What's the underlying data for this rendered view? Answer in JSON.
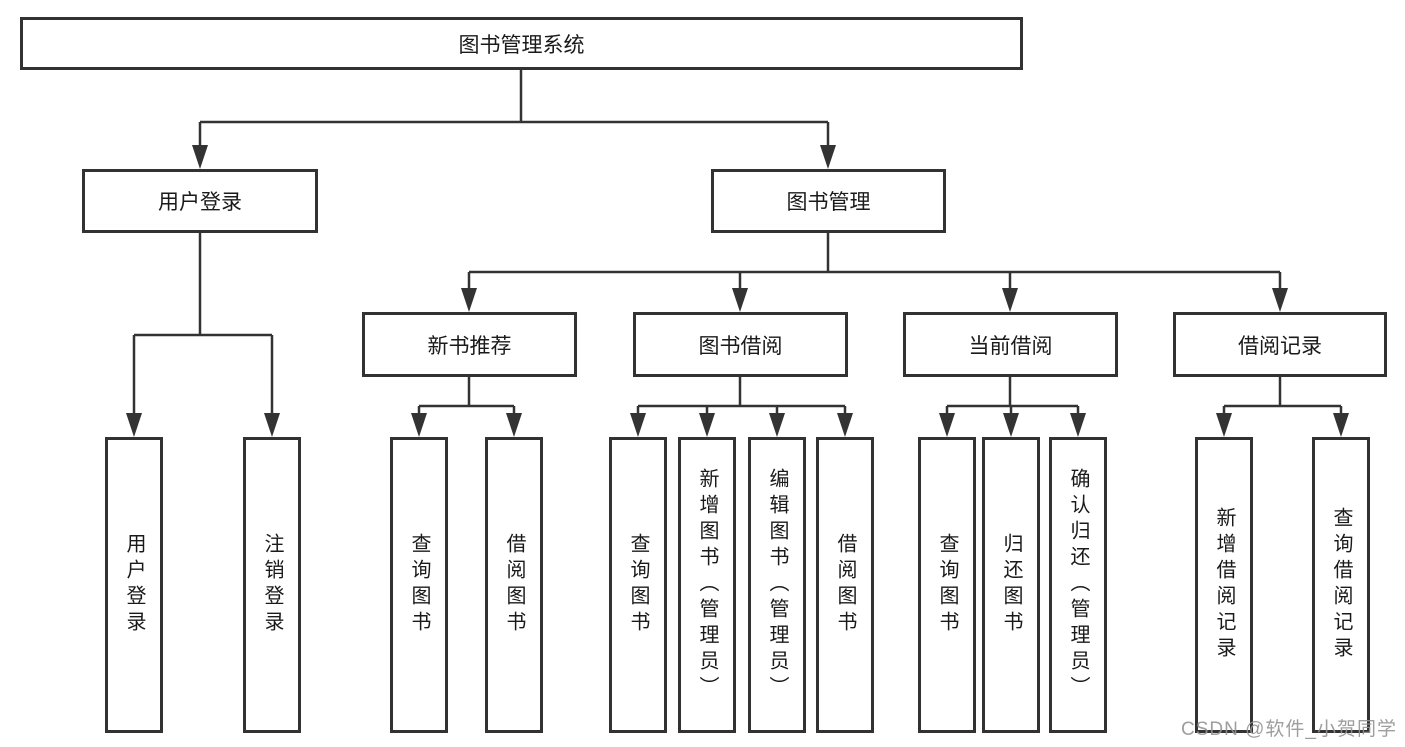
{
  "tree": {
    "label": "图书管理系统",
    "children": [
      {
        "label": "用户登录",
        "children": [
          {
            "label": "用户登录"
          },
          {
            "label": "注销登录"
          }
        ]
      },
      {
        "label": "图书管理",
        "children": [
          {
            "label": "新书推荐",
            "children": [
              {
                "label": "查询图书"
              },
              {
                "label": "借阅图书"
              }
            ]
          },
          {
            "label": "图书借阅",
            "children": [
              {
                "label": "查询图书"
              },
              {
                "label": "新增图书（管理员）"
              },
              {
                "label": "编辑图书（管理员）"
              },
              {
                "label": "借阅图书"
              }
            ]
          },
          {
            "label": "当前借阅",
            "children": [
              {
                "label": "查询图书"
              },
              {
                "label": "归还图书"
              },
              {
                "label": "确认归还（管理员）"
              }
            ]
          },
          {
            "label": "借阅记录",
            "children": [
              {
                "label": "新增借阅记录"
              },
              {
                "label": "查询借阅记录"
              }
            ]
          }
        ]
      }
    ]
  },
  "watermark": "CSDN @软件_小贺同学",
  "colors": {
    "line": "#333333",
    "text": "#1a1a1a",
    "watermark": "#949494",
    "background": "#ffffff"
  }
}
